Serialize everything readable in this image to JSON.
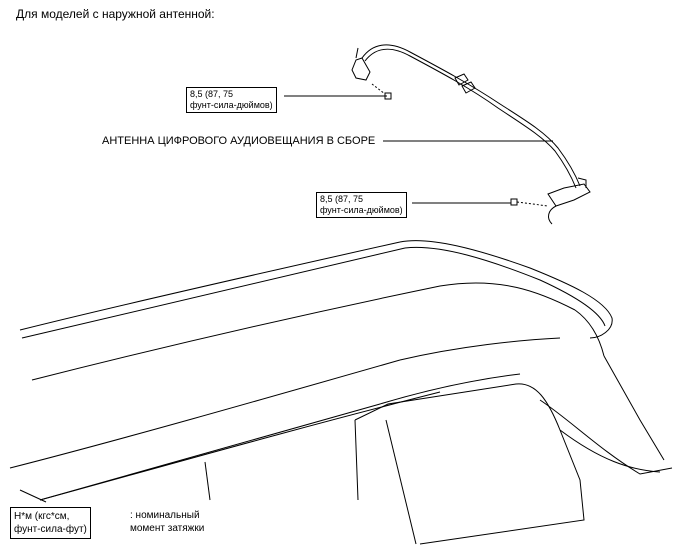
{
  "heading": "Для моделей с наружной антенной:",
  "part_label": "АНТЕННА ЦИФРОВОГО АУДИОВЕЩАНИЯ В СБОРЕ",
  "torque_callouts": [
    {
      "line1": "8,5 (87, 75",
      "line2": "фунт-сила-дюймов)"
    },
    {
      "line1": "8,5 (87, 75",
      "line2": "фунт-сила-дюймов)"
    }
  ],
  "legend": {
    "unit_line1": "Н*м (кгс*см,",
    "unit_line2": "фунт-сила-фут)",
    "desc_line1": ": номинальный",
    "desc_line2": "момент затяжки"
  }
}
